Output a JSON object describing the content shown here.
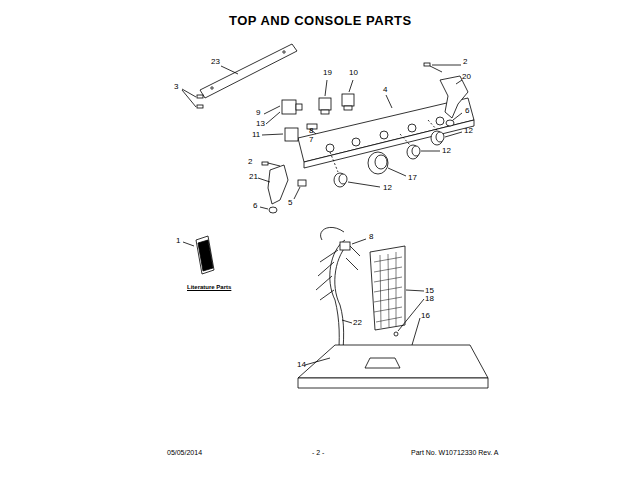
{
  "diagram": {
    "title": "TOP AND CONSOLE PARTS",
    "labels": [
      "23",
      "3",
      "19",
      "10",
      "2",
      "20",
      "4",
      "9",
      "13",
      "6",
      "8",
      "7",
      "11",
      "12",
      "12",
      "2",
      "17",
      "21",
      "12",
      "6",
      "5",
      "1",
      "8",
      "Literature Parts",
      "15",
      "18",
      "16",
      "22",
      "14",
      "05/05/2014",
      "- 2 -",
      "Part No. W10712330 Rev. A"
    ]
  }
}
